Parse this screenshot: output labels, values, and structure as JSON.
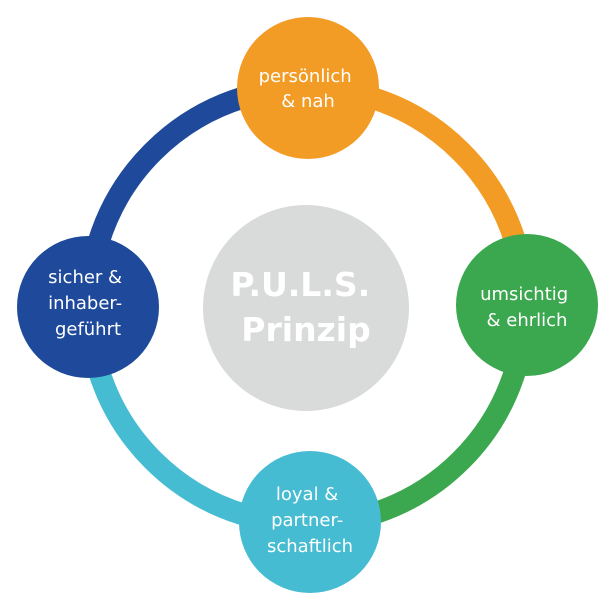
{
  "center": {
    "lines": [
      "P.U.L.S.",
      "Prinzip"
    ],
    "color": "#d9dada"
  },
  "nodes": [
    {
      "id": "top",
      "lines": [
        "persönlich",
        "& nah"
      ],
      "color": "#f39c25"
    },
    {
      "id": "right",
      "lines": [
        "umsichtig",
        "& ehrlich"
      ],
      "color": "#3ba84f"
    },
    {
      "id": "bottom",
      "lines": [
        "loyal &",
        "partner-",
        "schaftlich"
      ],
      "color": "#45bcd1"
    },
    {
      "id": "left",
      "lines": [
        "sicher &",
        "inhaber-",
        "geführt"
      ],
      "color": "#1f4a9b"
    }
  ],
  "ring": {
    "segments": [
      {
        "from": "top",
        "to": "right",
        "color": "#f39c25"
      },
      {
        "from": "right",
        "to": "bottom",
        "color": "#3ba84f"
      },
      {
        "from": "bottom",
        "to": "left",
        "color": "#45bcd1"
      },
      {
        "from": "left",
        "to": "top",
        "color": "#1f4a9b"
      }
    ]
  }
}
